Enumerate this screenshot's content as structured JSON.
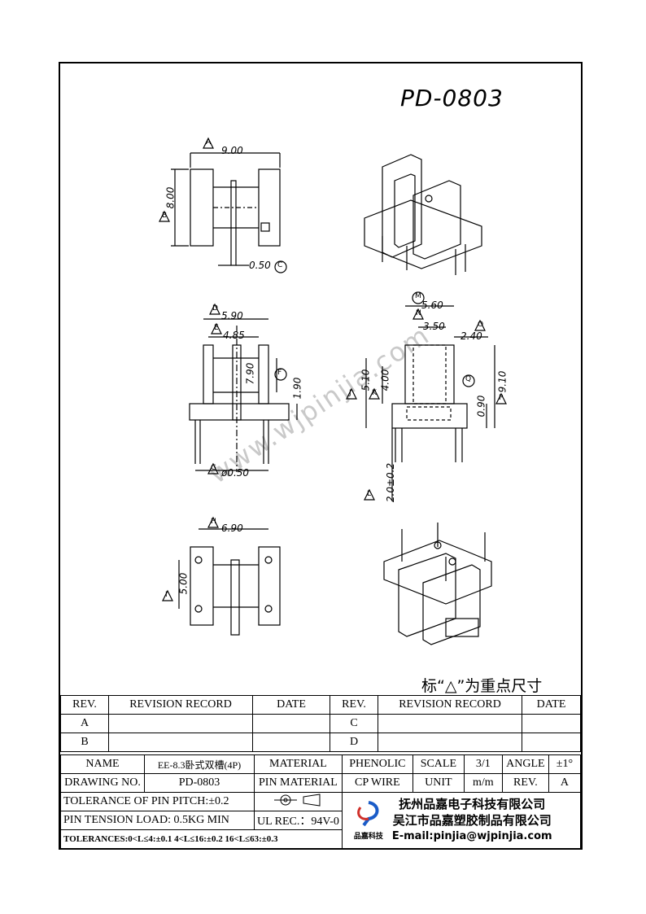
{
  "title": "PD-0803",
  "note": "标“△”为重点尺寸",
  "watermark": "www.wjpinjia.com",
  "dims": {
    "a": "9.00",
    "b": "8.00",
    "c": "0.50",
    "d": "5.90",
    "e": "4.85",
    "f1": "7.90",
    "f2": "1.90",
    "g": "ø0.50",
    "h": "6.90",
    "i": "5.00",
    "m": "5.60",
    "n": "3.50",
    "o": "2.40",
    "p": "9.10",
    "q": "0.90",
    "j": "5.10",
    "k": "4.00",
    "l": "2.0±0.2"
  },
  "marks": {
    "A": "A",
    "B": "B",
    "C": "C",
    "D": "D",
    "E": "E",
    "F": "F",
    "G": "G",
    "H": "H",
    "I": "I",
    "M": "M",
    "N": "N",
    "O": "O",
    "P": "P",
    "Q": "Q",
    "J": "J",
    "K": "K",
    "L": "L"
  },
  "revision_table": {
    "headers": [
      "REV.",
      "REVISION RECORD",
      "DATE",
      "REV.",
      "REVISION RECORD",
      "DATE"
    ],
    "rows": [
      [
        "A",
        "",
        "",
        "C",
        "",
        ""
      ],
      [
        "B",
        "",
        "",
        "D",
        "",
        ""
      ]
    ]
  },
  "info": {
    "name_label": "NAME",
    "name_value": "EE-8.3卧式双槽(4P)",
    "material_label": "MATERIAL",
    "material_value": "PHENOLIC",
    "scale_label": "SCALE",
    "scale_value": "3/1",
    "angle_label": "ANGLE",
    "angle_value": "±1°",
    "drawing_label": "DRAWING NO.",
    "drawing_value": "PD-0803",
    "pin_material_label": "PIN MATERIAL",
    "pin_material_value": "CP WIRE",
    "unit_label": "UNIT",
    "unit_value": "m/m",
    "rev_label": "REV.",
    "rev_value": "A",
    "tolerance_pitch": "TOLERANCE OF PIN PITCH:±0.2",
    "pin_tension": "PIN TENSION LOAD: 0.5KG  MIN",
    "ul_rec": "UL REC.：94V-0",
    "tolerances": "TOLERANCES:0<L≤4:±0.1 4<L≤16:±0.2 16<L≤63:±0.3",
    "company1": "抚州品嘉电子科技有限公司",
    "company2": "吴江市品嘉塑胶制品有限公司",
    "email": "E-mail:pinjia@wjpinjia.com",
    "logo_text": "品嘉科技"
  }
}
